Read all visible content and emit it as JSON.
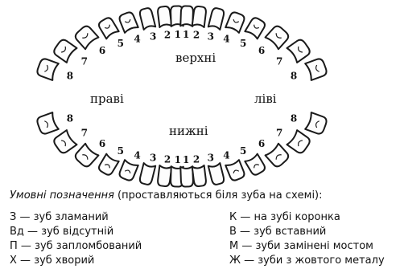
{
  "diagram": {
    "label_top": "верхні",
    "label_bottom": "нижні",
    "label_right_side": "праві",
    "label_left_side": "ліві",
    "upper_right_numbers": [
      "8",
      "7",
      "6",
      "5",
      "4",
      "3",
      "2",
      "1"
    ],
    "upper_left_numbers": [
      "1",
      "2",
      "3",
      "4",
      "5",
      "6",
      "7",
      "8"
    ],
    "lower_right_numbers": [
      "8",
      "7",
      "6",
      "5",
      "4",
      "3",
      "2",
      "1"
    ],
    "lower_left_numbers": [
      "1",
      "2",
      "3",
      "4",
      "5",
      "6",
      "7",
      "8"
    ]
  },
  "legend": {
    "title_italic": "Умовні позначення",
    "title_rest": " (проставляються біля зуба на схемі):",
    "left_items": [
      "З — зуб зламаний",
      "Вд — зуб відсутній",
      "П — зуб запломбований",
      "Х — зуб хворий"
    ],
    "right_items": [
      "К — на зубі коронка",
      "В — зуб вставний",
      "М — зуби замінені мостом",
      "Ж — зуби з жовтого металу"
    ]
  }
}
